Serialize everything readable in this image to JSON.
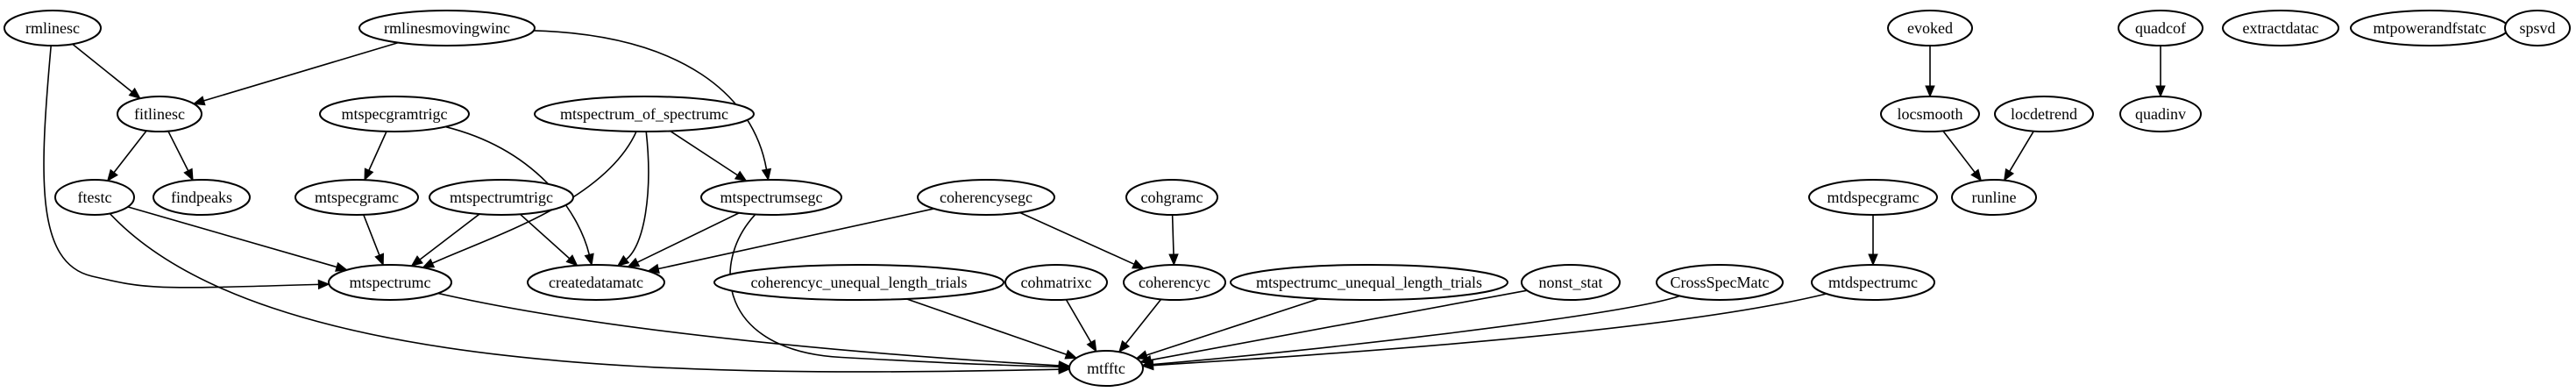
{
  "diagram": {
    "nodes": [
      {
        "id": "rmlinesc",
        "label": "rmlinesc"
      },
      {
        "id": "rmlinesmovingwinc",
        "label": "rmlinesmovingwinc"
      },
      {
        "id": "fitlinesc",
        "label": "fitlinesc"
      },
      {
        "id": "ftestc",
        "label": "ftestc"
      },
      {
        "id": "findpeaks",
        "label": "findpeaks"
      },
      {
        "id": "mtspecgramtrigc",
        "label": "mtspecgramtrigc"
      },
      {
        "id": "mtspectrum_of_spectrumc",
        "label": "mtspectrum_of_spectrumc"
      },
      {
        "id": "mtspecgramc",
        "label": "mtspecgramc"
      },
      {
        "id": "mtspectrumtrigc",
        "label": "mtspectrumtrigc"
      },
      {
        "id": "mtspectrumsegc",
        "label": "mtspectrumsegc"
      },
      {
        "id": "coherencysegc",
        "label": "coherencysegc"
      },
      {
        "id": "cohgramc",
        "label": "cohgramc"
      },
      {
        "id": "mtspectrumc",
        "label": "mtspectrumc"
      },
      {
        "id": "createdatamatc",
        "label": "createdatamatc"
      },
      {
        "id": "coherencyc_unequal_length_trials",
        "label": "coherencyc_unequal_length_trials"
      },
      {
        "id": "cohmatrixc",
        "label": "cohmatrixc"
      },
      {
        "id": "coherencyc",
        "label": "coherencyc"
      },
      {
        "id": "mtspectrumc_unequal_length_trials",
        "label": "mtspectrumc_unequal_length_trials"
      },
      {
        "id": "nonst_stat",
        "label": "nonst_stat"
      },
      {
        "id": "CrossSpecMatc",
        "label": "CrossSpecMatc"
      },
      {
        "id": "mtdspecgramc",
        "label": "mtdspecgramc"
      },
      {
        "id": "mtdspectrumc",
        "label": "mtdspectrumc"
      },
      {
        "id": "mtfftc",
        "label": "mtfftc"
      },
      {
        "id": "evoked",
        "label": "evoked"
      },
      {
        "id": "locsmooth",
        "label": "locsmooth"
      },
      {
        "id": "locdetrend",
        "label": "locdetrend"
      },
      {
        "id": "runline",
        "label": "runline"
      },
      {
        "id": "quadcof",
        "label": "quadcof"
      },
      {
        "id": "quadinv",
        "label": "quadinv"
      },
      {
        "id": "extractdatac",
        "label": "extractdatac"
      },
      {
        "id": "mtpowerandfstatc",
        "label": "mtpowerandfstatc"
      },
      {
        "id": "spsvd",
        "label": "spsvd"
      }
    ],
    "edges": [
      {
        "from": "rmlinesc",
        "to": "fitlinesc"
      },
      {
        "from": "rmlinesc",
        "to": "mtspectrumc"
      },
      {
        "from": "rmlinesmovingwinc",
        "to": "fitlinesc"
      },
      {
        "from": "rmlinesmovingwinc",
        "to": "mtspectrumsegc"
      },
      {
        "from": "fitlinesc",
        "to": "ftestc"
      },
      {
        "from": "fitlinesc",
        "to": "findpeaks"
      },
      {
        "from": "ftestc",
        "to": "mtspectrumc"
      },
      {
        "from": "ftestc",
        "to": "mtfftc"
      },
      {
        "from": "mtspecgramtrigc",
        "to": "mtspecgramc"
      },
      {
        "from": "mtspecgramtrigc",
        "to": "createdatamatc"
      },
      {
        "from": "mtspectrum_of_spectrumc",
        "to": "mtspectrumc"
      },
      {
        "from": "mtspectrum_of_spectrumc",
        "to": "createdatamatc"
      },
      {
        "from": "mtspectrum_of_spectrumc",
        "to": "mtspectrumsegc"
      },
      {
        "from": "mtspecgramc",
        "to": "mtspectrumc"
      },
      {
        "from": "mtspectrumtrigc",
        "to": "mtspectrumc"
      },
      {
        "from": "mtspectrumtrigc",
        "to": "createdatamatc"
      },
      {
        "from": "mtspectrumsegc",
        "to": "createdatamatc"
      },
      {
        "from": "mtspectrumsegc",
        "to": "mtfftc"
      },
      {
        "from": "coherencysegc",
        "to": "createdatamatc"
      },
      {
        "from": "coherencysegc",
        "to": "coherencyc"
      },
      {
        "from": "cohgramc",
        "to": "coherencyc"
      },
      {
        "from": "mtspectrumc",
        "to": "mtfftc"
      },
      {
        "from": "coherencyc_unequal_length_trials",
        "to": "mtfftc"
      },
      {
        "from": "cohmatrixc",
        "to": "mtfftc"
      },
      {
        "from": "coherencyc",
        "to": "mtfftc"
      },
      {
        "from": "mtspectrumc_unequal_length_trials",
        "to": "mtfftc"
      },
      {
        "from": "nonst_stat",
        "to": "mtfftc"
      },
      {
        "from": "CrossSpecMatc",
        "to": "mtfftc"
      },
      {
        "from": "mtdspecgramc",
        "to": "mtdspectrumc"
      },
      {
        "from": "mtdspectrumc",
        "to": "mtfftc"
      },
      {
        "from": "evoked",
        "to": "locsmooth"
      },
      {
        "from": "locsmooth",
        "to": "runline"
      },
      {
        "from": "locdetrend",
        "to": "runline"
      },
      {
        "from": "quadcof",
        "to": "quadinv"
      }
    ]
  }
}
